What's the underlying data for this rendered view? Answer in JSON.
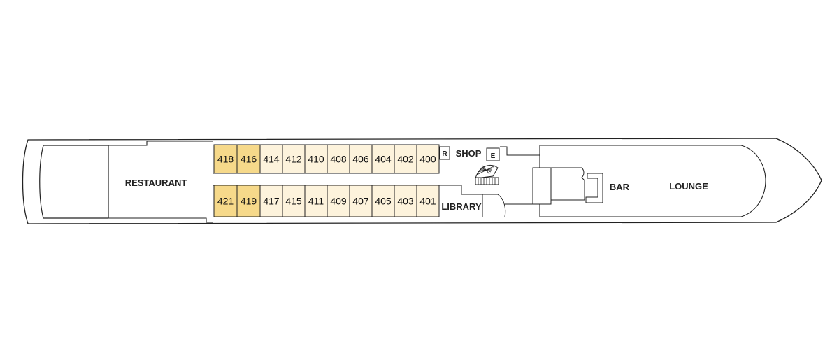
{
  "areas": {
    "restaurant": "RESTAURANT",
    "shop": "SHOP",
    "library": "LIBRARY",
    "bar": "BAR",
    "lounge": "LOUNGE",
    "restroom": "R",
    "elevator": "E"
  },
  "cabins": {
    "top": [
      {
        "num": "418",
        "category": "premium"
      },
      {
        "num": "416",
        "category": "premium"
      },
      {
        "num": "414",
        "category": "standard"
      },
      {
        "num": "412",
        "category": "standard"
      },
      {
        "num": "410",
        "category": "standard"
      },
      {
        "num": "408",
        "category": "standard"
      },
      {
        "num": "406",
        "category": "standard"
      },
      {
        "num": "404",
        "category": "standard"
      },
      {
        "num": "402",
        "category": "standard"
      },
      {
        "num": "400",
        "category": "standard"
      }
    ],
    "bottom": [
      {
        "num": "421",
        "category": "premium"
      },
      {
        "num": "419",
        "category": "premium"
      },
      {
        "num": "417",
        "category": "standard"
      },
      {
        "num": "415",
        "category": "standard"
      },
      {
        "num": "411",
        "category": "standard"
      },
      {
        "num": "409",
        "category": "standard"
      },
      {
        "num": "407",
        "category": "standard"
      },
      {
        "num": "405",
        "category": "standard"
      },
      {
        "num": "403",
        "category": "standard"
      },
      {
        "num": "401",
        "category": "standard"
      }
    ]
  },
  "colors": {
    "premium": "#f6d98a",
    "standard": "#fdf3dc",
    "outline": "#222222"
  }
}
